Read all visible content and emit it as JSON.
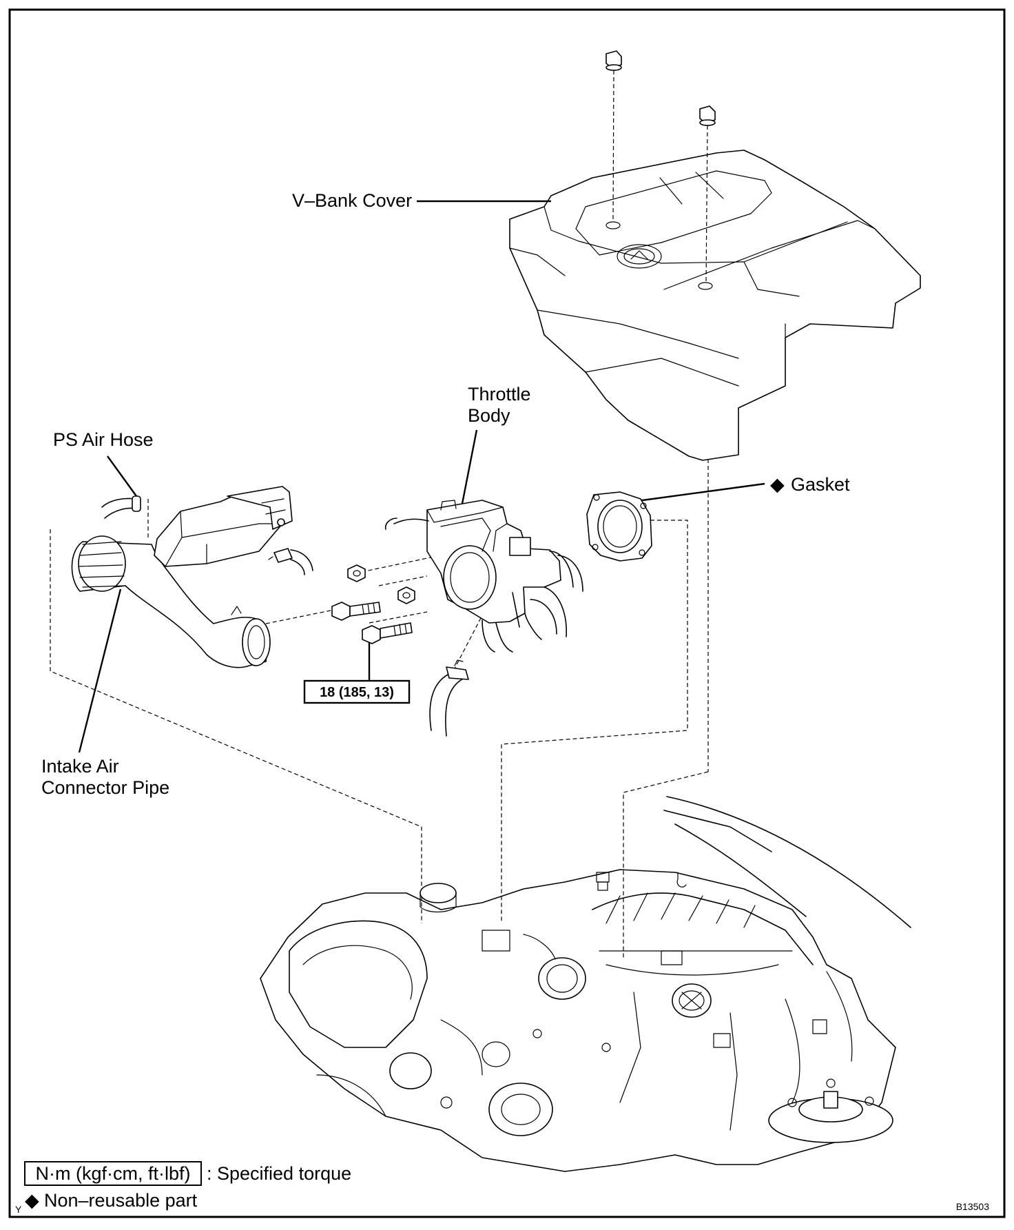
{
  "labels": {
    "v_bank_cover": "V–Bank Cover",
    "throttle_body_line1": "Throttle",
    "throttle_body_line2": "Body",
    "ps_air_hose": "PS Air Hose",
    "gasket": "Gasket",
    "intake_line1": "Intake Air",
    "intake_line2": "Connector Pipe",
    "torque_value": "18 (185, 13)"
  },
  "legend": {
    "torque_box": "N·m (kgf·cm, ft·lbf)",
    "torque_text": ": Specified torque",
    "nonreusable_symbol": "◆",
    "nonreusable_text": "Non–reusable part",
    "corner_mark": "Y"
  },
  "figure_code": "B13503"
}
